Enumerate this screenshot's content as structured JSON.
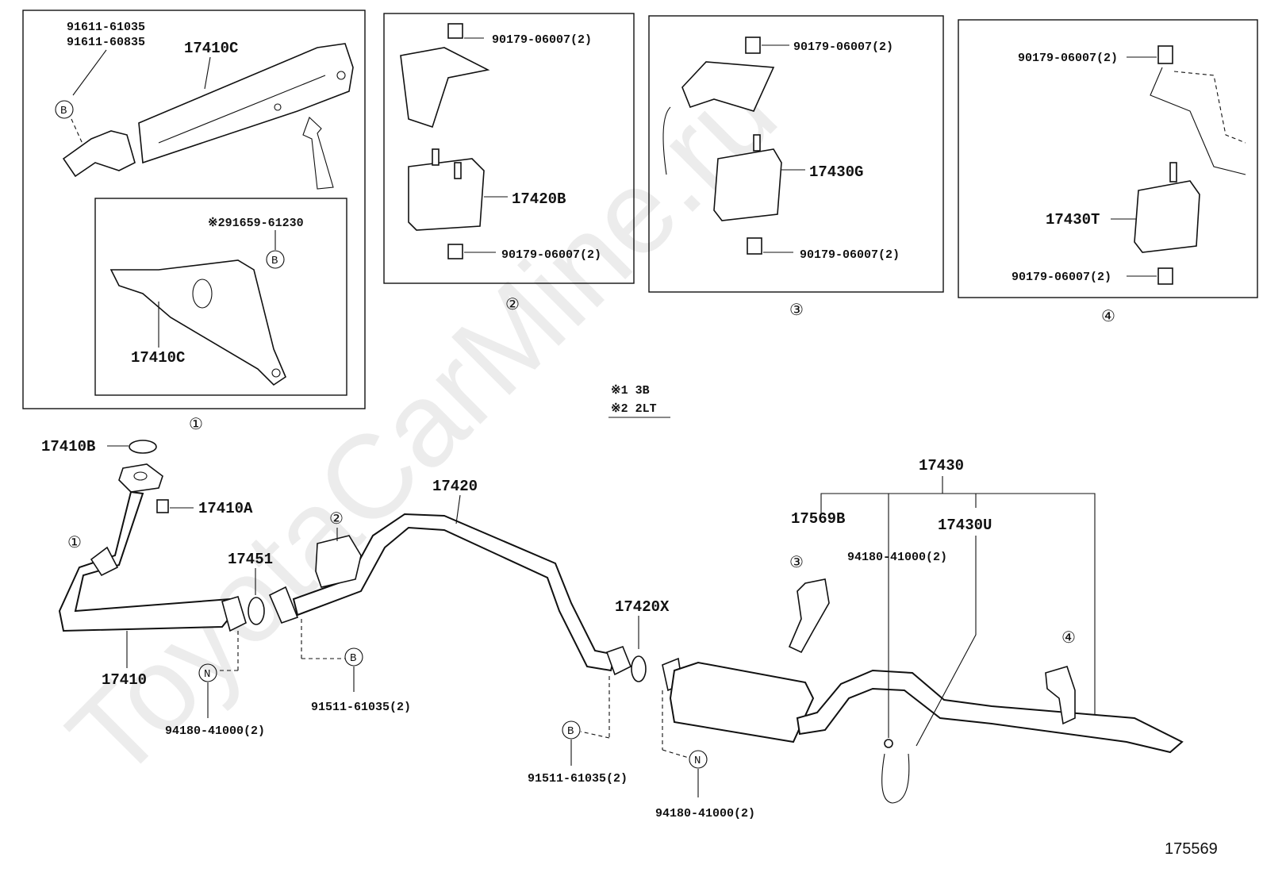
{
  "watermark": "ToyotaCarMine.ru",
  "figure_number": "175569",
  "notes": {
    "line1": "※1 3B",
    "line2": "※2 2LT"
  },
  "panel1": {
    "marker": "①",
    "label_bolt_a": "91611-61035",
    "label_bolt_b": "91611-60835",
    "label_part_top": "17410C",
    "label_inset_part": "※291659-61230",
    "label_part_inset": "17410C",
    "callout_b": "B"
  },
  "panel2": {
    "marker": "②",
    "label_nut_top": "90179-06007(2)",
    "label_mount": "17420B",
    "label_nut_bottom": "90179-06007(2)"
  },
  "panel3": {
    "marker": "③",
    "label_nut_top": "90179-06007(2)",
    "label_mount": "17430G",
    "label_nut_bottom": "90179-06007(2)"
  },
  "panel4": {
    "marker": "④",
    "label_nut_top": "90179-06007(2)",
    "label_mount": "17430T",
    "label_nut_bottom": "90179-06007(2)"
  },
  "main": {
    "gasket_top": "17410B",
    "nut_17410a": "17410A",
    "front_pipe": "17410",
    "gasket_17451": "17451",
    "center_pipe": "17420",
    "gasket_17420x": "17420X",
    "tail_assy": "17430",
    "hanger": "17569B",
    "clamp": "17430U",
    "nut_94180_mid": "94180-41000(2)",
    "nut_94180_left": "94180-41000(2)",
    "nut_94180_right": "94180-41000(2)",
    "bolt_91511_left": "91511-61035(2)",
    "bolt_91511_right": "91511-61035(2)",
    "marker1": "①",
    "marker2": "②",
    "marker3": "③",
    "marker4": "④",
    "callout_n": "N",
    "callout_b": "B"
  }
}
